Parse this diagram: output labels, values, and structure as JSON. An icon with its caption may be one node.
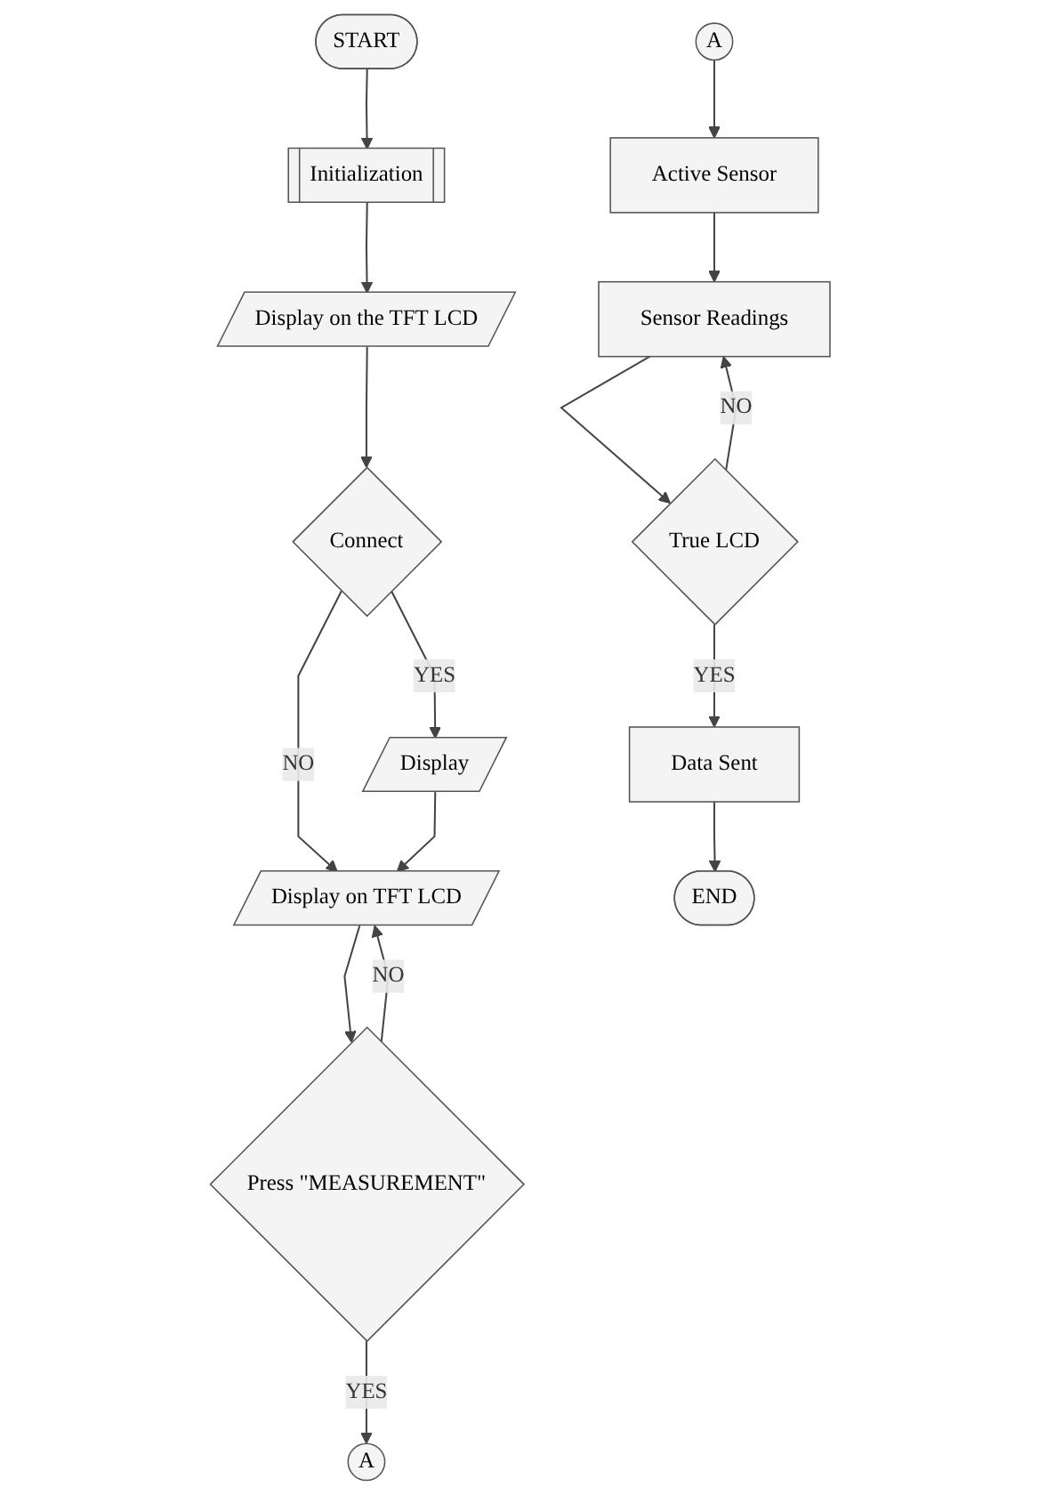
{
  "diagram": {
    "nodes": [
      {
        "text": [
          "START"
        ]
      },
      {
        "text": [
          "Initialization"
        ]
      },
      {
        "text": [
          "Display on the TFT LCD"
        ]
      },
      {
        "text": [
          "Connect"
        ]
      },
      {
        "text": [
          "Display"
        ]
      },
      {
        "text": [
          "Display on TFT LCD"
        ]
      },
      {
        "text": [
          "Press \"MEASUREMENT\""
        ]
      },
      {
        "text": [
          "A"
        ]
      },
      {
        "text": [
          "A"
        ]
      },
      {
        "text": [
          "Active Sensor"
        ]
      },
      {
        "text": [
          "Sensor Readings"
        ]
      },
      {
        "text": [
          "True LCD"
        ]
      },
      {
        "text": [
          "Data Sent"
        ]
      },
      {
        "text": [
          "END"
        ]
      }
    ],
    "edges": [
      {
        "from": 0,
        "to": 1,
        "arrow": "to"
      },
      {
        "from": 1,
        "to": 2,
        "arrow": "to"
      },
      {
        "from": 2,
        "to": 3,
        "arrow": "to"
      },
      {
        "from": 3,
        "to": 4,
        "arrow": "to",
        "label": "YES"
      },
      {
        "from": 3,
        "to": 5,
        "arrow": "to",
        "label": "NO"
      },
      {
        "from": 4,
        "to": 5,
        "arrow": "to"
      },
      {
        "from": 5,
        "to": 6,
        "arrow": "to"
      },
      {
        "from": 6,
        "to": 5,
        "arrow": "to",
        "label": "NO"
      },
      {
        "from": 6,
        "to": 7,
        "arrow": "to",
        "label": "YES"
      },
      {
        "from": 8,
        "to": 9,
        "arrow": "to"
      },
      {
        "from": 9,
        "to": 10,
        "arrow": "to"
      },
      {
        "from": 10,
        "to": 11,
        "arrow": "to"
      },
      {
        "from": 11,
        "to": 10,
        "arrow": "to",
        "label": "NO"
      },
      {
        "from": 11,
        "to": 12,
        "arrow": "to",
        "label": "YES"
      },
      {
        "from": 12,
        "to": 13,
        "arrow": "to"
      }
    ]
  }
}
